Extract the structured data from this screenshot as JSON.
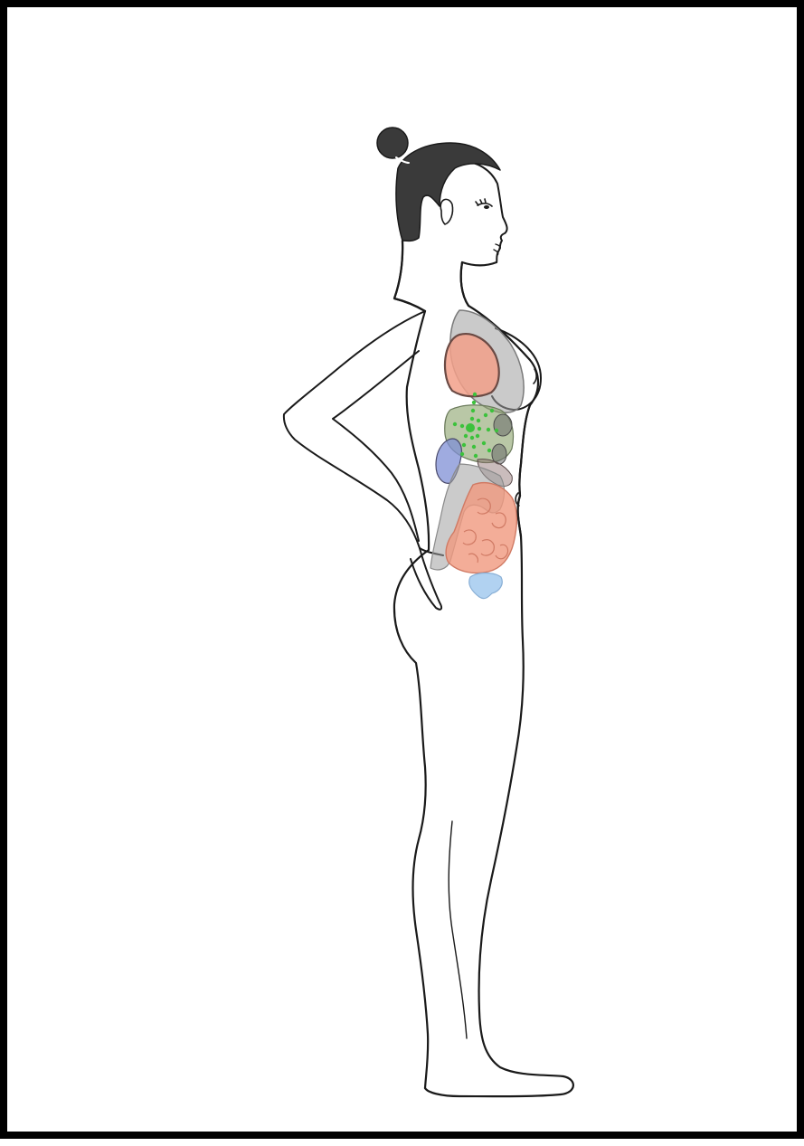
{
  "colors": {
    "frame": "#000000",
    "outline": "#1a1a1a",
    "hair": "#3a3a3a",
    "lung": "#9e9e9e",
    "heart": "#f2a08a",
    "stomach": "#8aa26a",
    "nerves": "#3cc23c",
    "kidney": "#7f8fd6",
    "colon": "#a0a0a0",
    "small_intestine": "#f0987e",
    "bladder": "#a8cdef",
    "dark_organ": "#6a6a6a"
  },
  "diagram": {
    "subject": "side-view-female-body",
    "organs": [
      "lung",
      "heart",
      "stomach",
      "nerves",
      "kidney",
      "colon",
      "small-intestine",
      "bladder"
    ]
  }
}
